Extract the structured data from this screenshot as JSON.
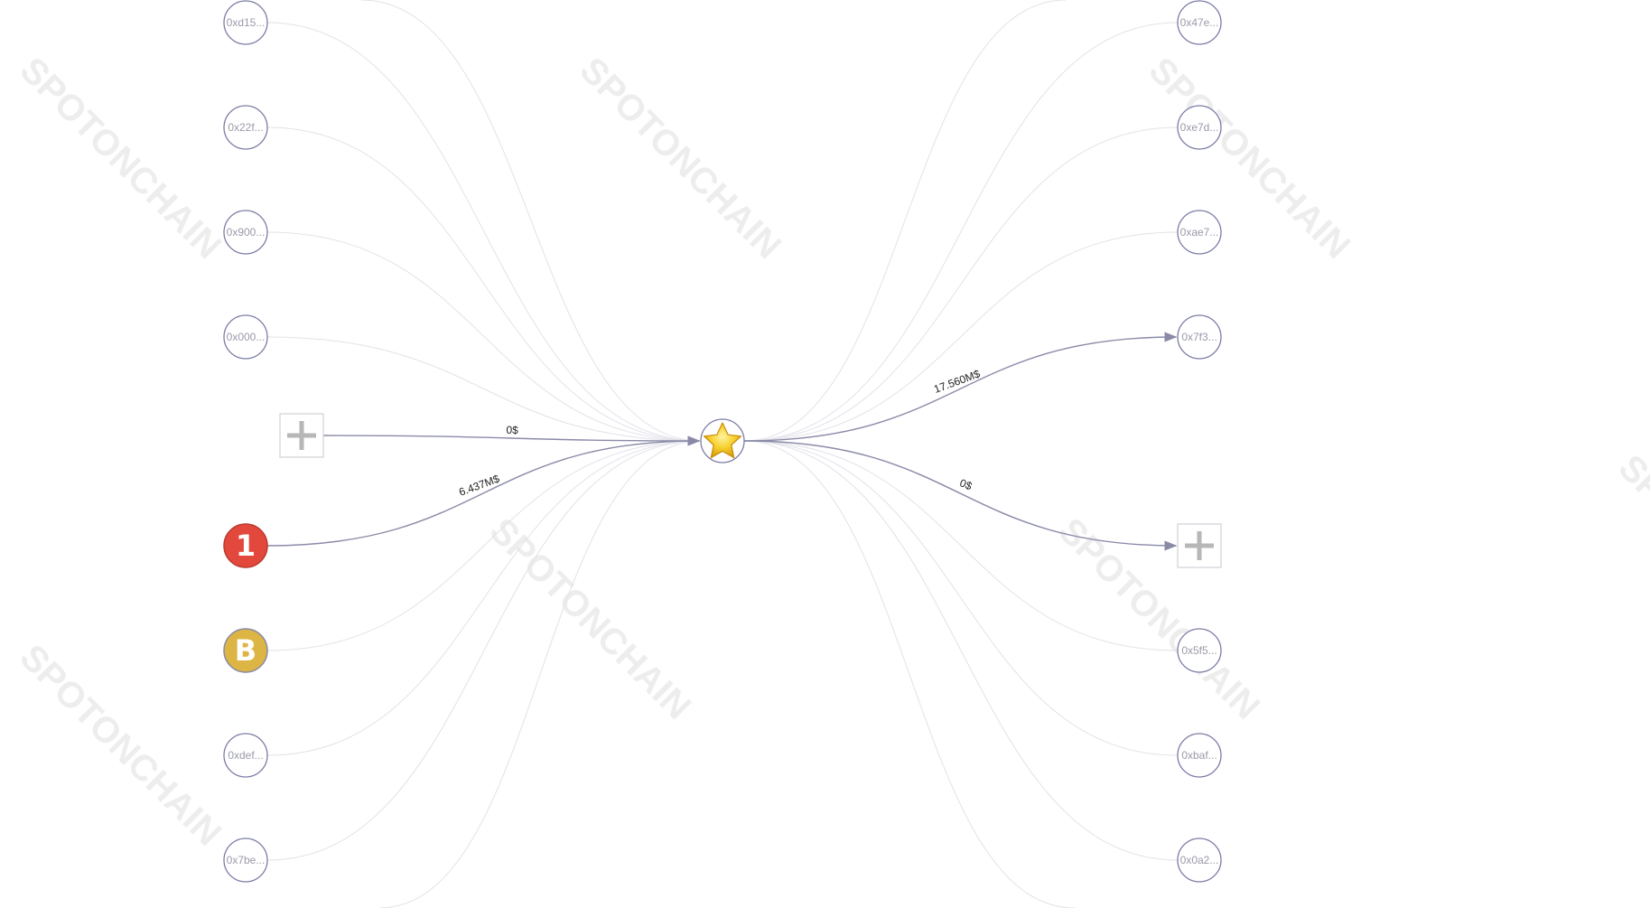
{
  "watermark": {
    "text": "SPOTONCHAIN"
  },
  "colors": {
    "node_stroke": "#7b7ba6",
    "edge_light": "#e2e2ea",
    "edge_active": "#8a8aa8",
    "label_gray": "#9a9aaa",
    "exchange_1_red": "#e2483c",
    "exchange_b_gold": "#dcb544",
    "star_gold": "#f3c623"
  },
  "center": {
    "name": "center-entity",
    "icon": "star-icon"
  },
  "left_nodes": [
    {
      "name": "node-0xd15",
      "label": "0xd15..."
    },
    {
      "name": "node-0x22f",
      "label": "0x22f..."
    },
    {
      "name": "node-0x900",
      "label": "0x900..."
    },
    {
      "name": "node-0x000",
      "label": "0x000..."
    },
    {
      "name": "node-expand-left",
      "label": "",
      "icon": "plus-icon"
    },
    {
      "name": "node-exchange-1",
      "label": "1",
      "icon": "exchange-1-icon"
    },
    {
      "name": "node-exchange-b",
      "label": "B",
      "icon": "exchange-b-icon"
    },
    {
      "name": "node-0xdef",
      "label": "0xdef..."
    },
    {
      "name": "node-0x7be",
      "label": "0x7be..."
    }
  ],
  "right_nodes": [
    {
      "name": "node-0x47e",
      "label": "0x47e..."
    },
    {
      "name": "node-0xe7d",
      "label": "0xe7d..."
    },
    {
      "name": "node-0xae7",
      "label": "0xae7..."
    },
    {
      "name": "node-0x7f3",
      "label": "0x7f3..."
    },
    {
      "name": "node-expand-right",
      "label": "",
      "icon": "plus-icon"
    },
    {
      "name": "node-0x5f5",
      "label": "0x5f5..."
    },
    {
      "name": "node-0xbaf",
      "label": "0xbaf..."
    },
    {
      "name": "node-0x0a2",
      "label": "0x0a2..."
    }
  ],
  "edges": {
    "left_in_active": [
      {
        "from": "node-expand-left",
        "label": "0$"
      },
      {
        "from": "node-exchange-1",
        "label": "6.437M$"
      }
    ],
    "right_out_active": [
      {
        "to": "node-0x7f3",
        "label": "17.560M$"
      },
      {
        "to": "node-expand-right",
        "label": "0$"
      }
    ]
  }
}
